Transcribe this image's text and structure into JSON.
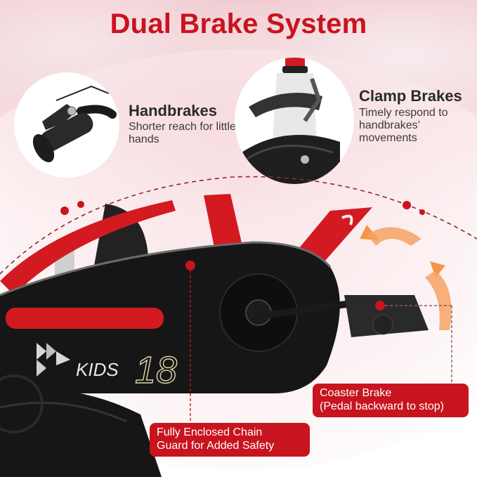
{
  "title": "Dual Brake System",
  "features": [
    {
      "name": "Handbrakes",
      "description": "Shorter reach for little hands"
    },
    {
      "name": "Clamp Brakes",
      "description": "Timely respond to handbrakes’ movements"
    }
  ],
  "callouts": [
    {
      "text_line1": "Coaster Brake",
      "text_line2": "(Pedal backward to stop)"
    },
    {
      "text_line1": "Fully Enclosed Chain",
      "text_line2": "Guard for Added Safety"
    }
  ],
  "bike_decal": {
    "brand_text": "KIDS",
    "size_text": "18"
  },
  "colors": {
    "accent_red": "#c8141e",
    "text_dark": "#2a2a2a",
    "arrow_orange": "#f5944a",
    "frame_black": "#161616"
  }
}
